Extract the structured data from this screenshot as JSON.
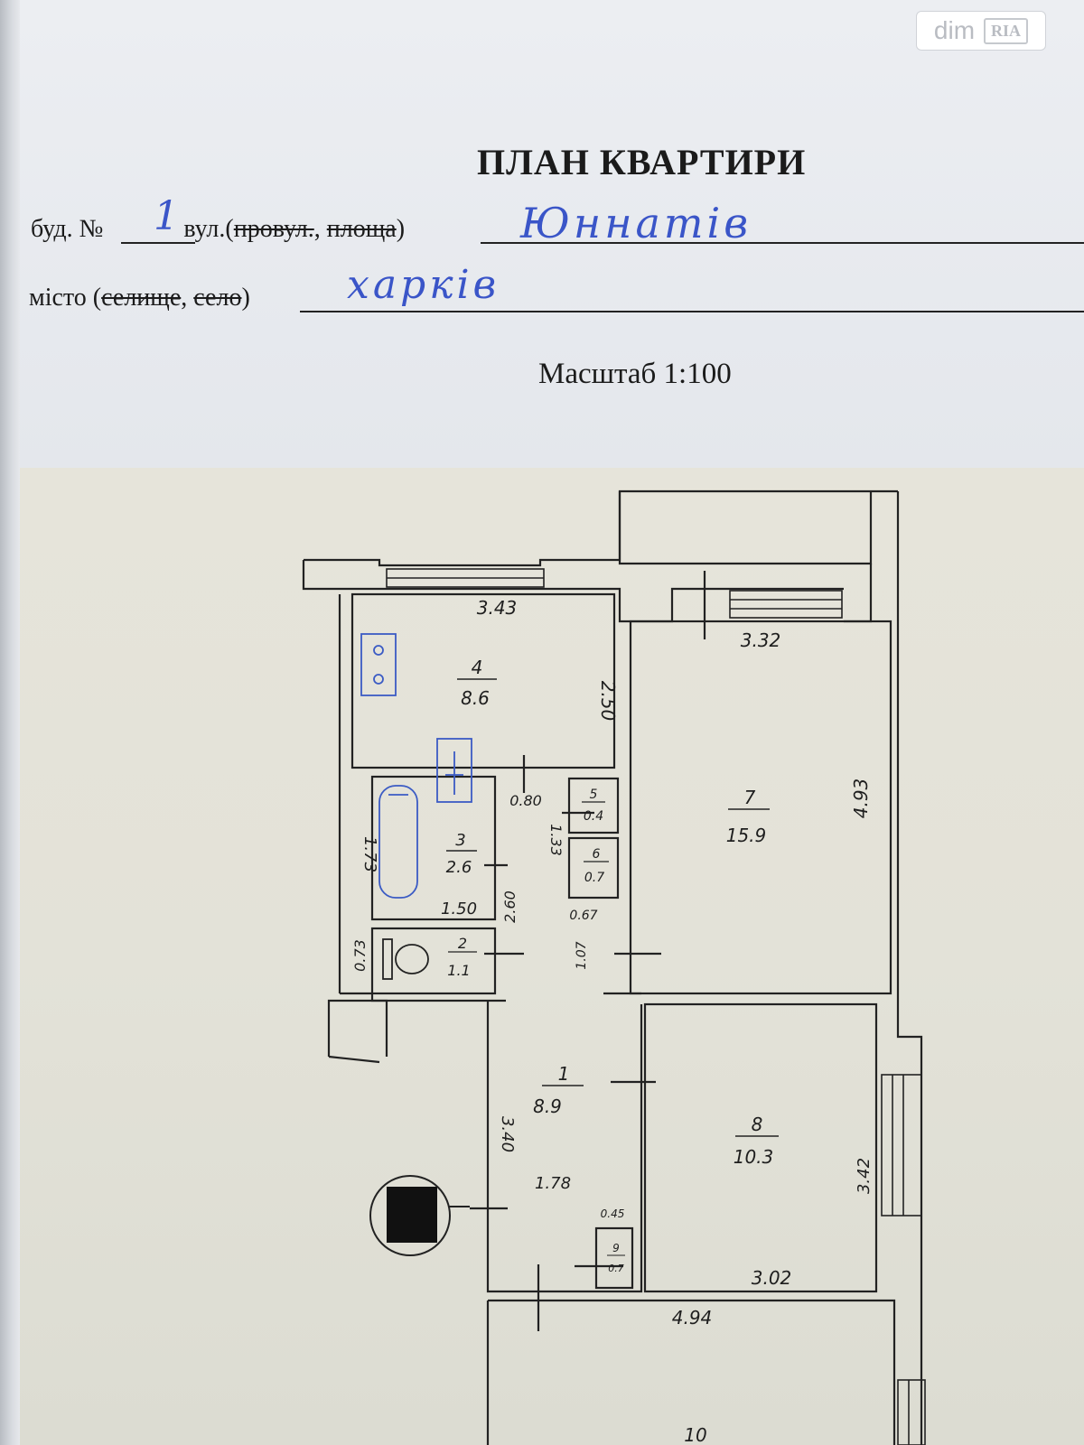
{
  "watermark": {
    "brand": "dim",
    "sub": "RIA"
  },
  "header": {
    "title": "ПЛАН КВАРТИРИ",
    "building_prefix": "буд. №",
    "building_no": "1",
    "street_prefix": "вул.(",
    "street_strike": "провул.",
    "street_mid": ", ",
    "street_strike2": "площа",
    "street_suffix": ")",
    "street": "Юннатів",
    "city_prefix": "місто (",
    "city_strike": "селище",
    "city_mid": ", ",
    "city_strike2": "село",
    "city_suffix": ")",
    "city": "харків",
    "scale": "Масштаб 1:100"
  },
  "rooms": [
    {
      "no": "4",
      "area": "8.6"
    },
    {
      "no": "7",
      "area": "15.9"
    },
    {
      "no": "3",
      "area": "2.6"
    },
    {
      "no": "5",
      "area": "0.4"
    },
    {
      "no": "6",
      "area": "0.7"
    },
    {
      "no": "2",
      "area": "1.1"
    },
    {
      "no": "1",
      "area": "8.9"
    },
    {
      "no": "8",
      "area": "10.3"
    },
    {
      "no": "9",
      "area": "0.7"
    },
    {
      "no": "10",
      "area": ""
    }
  ],
  "dims": {
    "d343": "3.43",
    "d332": "3.32",
    "d250": "2.50",
    "d493": "4.93",
    "d080": "0.80",
    "d133": "1.33",
    "d173": "1.73",
    "d150": "1.50",
    "d260": "2.60",
    "d067": "0.67",
    "d073": "0.73",
    "d107": "1.07",
    "d340": "3.40",
    "d178": "1.78",
    "d342": "3.42",
    "d045": "0.45",
    "d302": "3.02",
    "d494": "4.94"
  }
}
